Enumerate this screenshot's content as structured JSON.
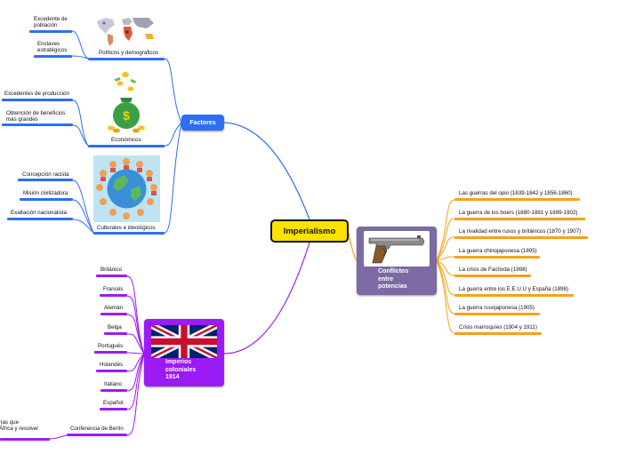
{
  "center": {
    "title": "Imperialismo"
  },
  "factores": {
    "title": "Factores",
    "groups": [
      {
        "label": "Políticos y demográficos",
        "icon": "world-map-image",
        "items": [
          "Excedente de\npoblación",
          "Enclaves\nestratégicos"
        ]
      },
      {
        "label": "Económicos",
        "icon": "money-bag-image",
        "items": [
          "Excedentes de producción",
          "Obtención de beneficios\nmás grandes"
        ]
      },
      {
        "label": "Culturales e ideológicos",
        "icon": "globe-children-image",
        "items": [
          "Concepción racista",
          "Misión civilizadora",
          "Exaltación nacionalista"
        ]
      }
    ]
  },
  "conflictos": {
    "title": "Conflictos\nentre\npotencias",
    "icon": "pistol-image",
    "items": [
      "Las guerras del opio (1839-1842 y 1856-1860)",
      "La guerra de los boers (1880-1881 y 1899-1902)",
      "La rivalidad entre rusos y británicos (1870 y 1907)",
      "La guerra chinojaponesa (1895)",
      "La crisis de Fachoda (1898)",
      "La guerra entre los E.E.U.U y España (1898)",
      "La guerra rusojaponesa (1905)",
      "Crisis marroquíes (1904 y 1911)"
    ]
  },
  "imperios": {
    "title": "Imperios\ncoloniales\n1914",
    "icon": "union-jack-flag",
    "items": [
      "Británico",
      "Francés",
      "Alemán",
      "Belga",
      "Portugués",
      "Holandés",
      "Italiano",
      "Español",
      "Conferencia de Berlín"
    ],
    "subitem": "nas que\n África y resolver"
  },
  "colors": {
    "blue": "#2d6ef5",
    "orange": "#f5a11b",
    "purple": "#9b1bf5",
    "center": "#ffe100"
  }
}
